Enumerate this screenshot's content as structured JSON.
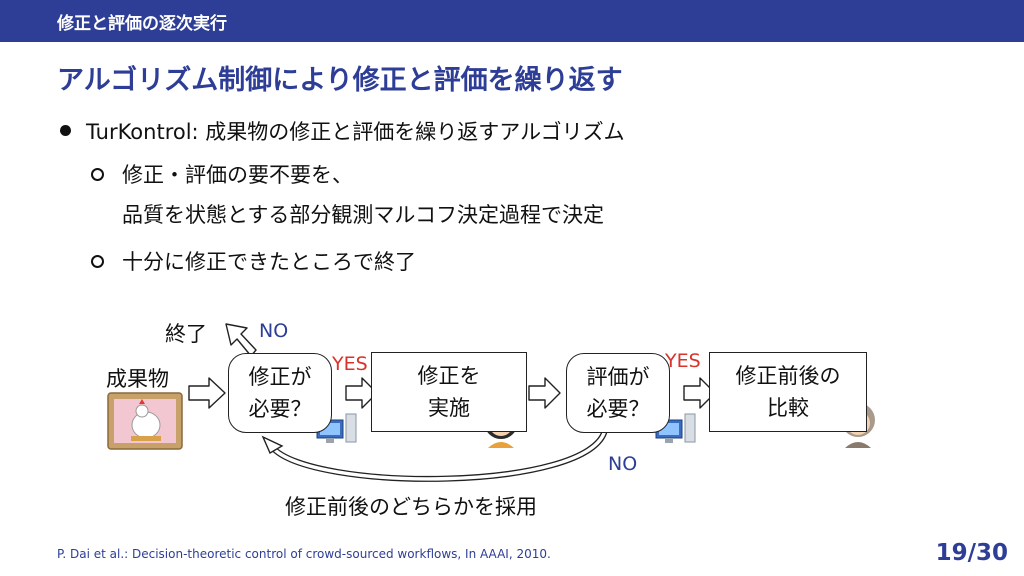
{
  "header": {
    "section_title": "修正と評価の逐次実行"
  },
  "slide": {
    "title": "アルゴリズム制御により修正と評価を繰り返す"
  },
  "bullets": [
    {
      "text": "TurKontrol: 成果物の修正と評価を繰り返すアルゴリズム"
    },
    {
      "line1": "修正・評価の要不要を、",
      "line2": "品質を状態とする部分観測マルコフ決定過程で決定"
    },
    {
      "text": "十分に修正できたところで終了"
    }
  ],
  "flow": {
    "artifact_label": "成果物",
    "end_label": "終了",
    "no_top": "NO",
    "decision1": {
      "line1": "修正が",
      "line2": "必要？"
    },
    "yes1": "YES",
    "process1": {
      "line1": "修正を",
      "line2": "実施"
    },
    "decision2": {
      "line1": "評価が",
      "line2": "必要？"
    },
    "yes2": "YES",
    "process2": {
      "line1": "修正前後の",
      "line2": "比較"
    },
    "no_bottom": "NO",
    "loop_label": "修正前後のどちらかを採用"
  },
  "footer": {
    "citation": "P. Dai et al.: Decision-theoretic control of crowd-sourced workflows, In AAAI, 2010.",
    "page": "19/30"
  },
  "colors": {
    "brand": "#2e3e96",
    "yes": "#d8322b",
    "no": "#2e3e96"
  },
  "icons": [
    "chicken-picture-icon",
    "computer-icon",
    "worker-woman-icon",
    "computer-icon",
    "worker-elder-icon"
  ]
}
